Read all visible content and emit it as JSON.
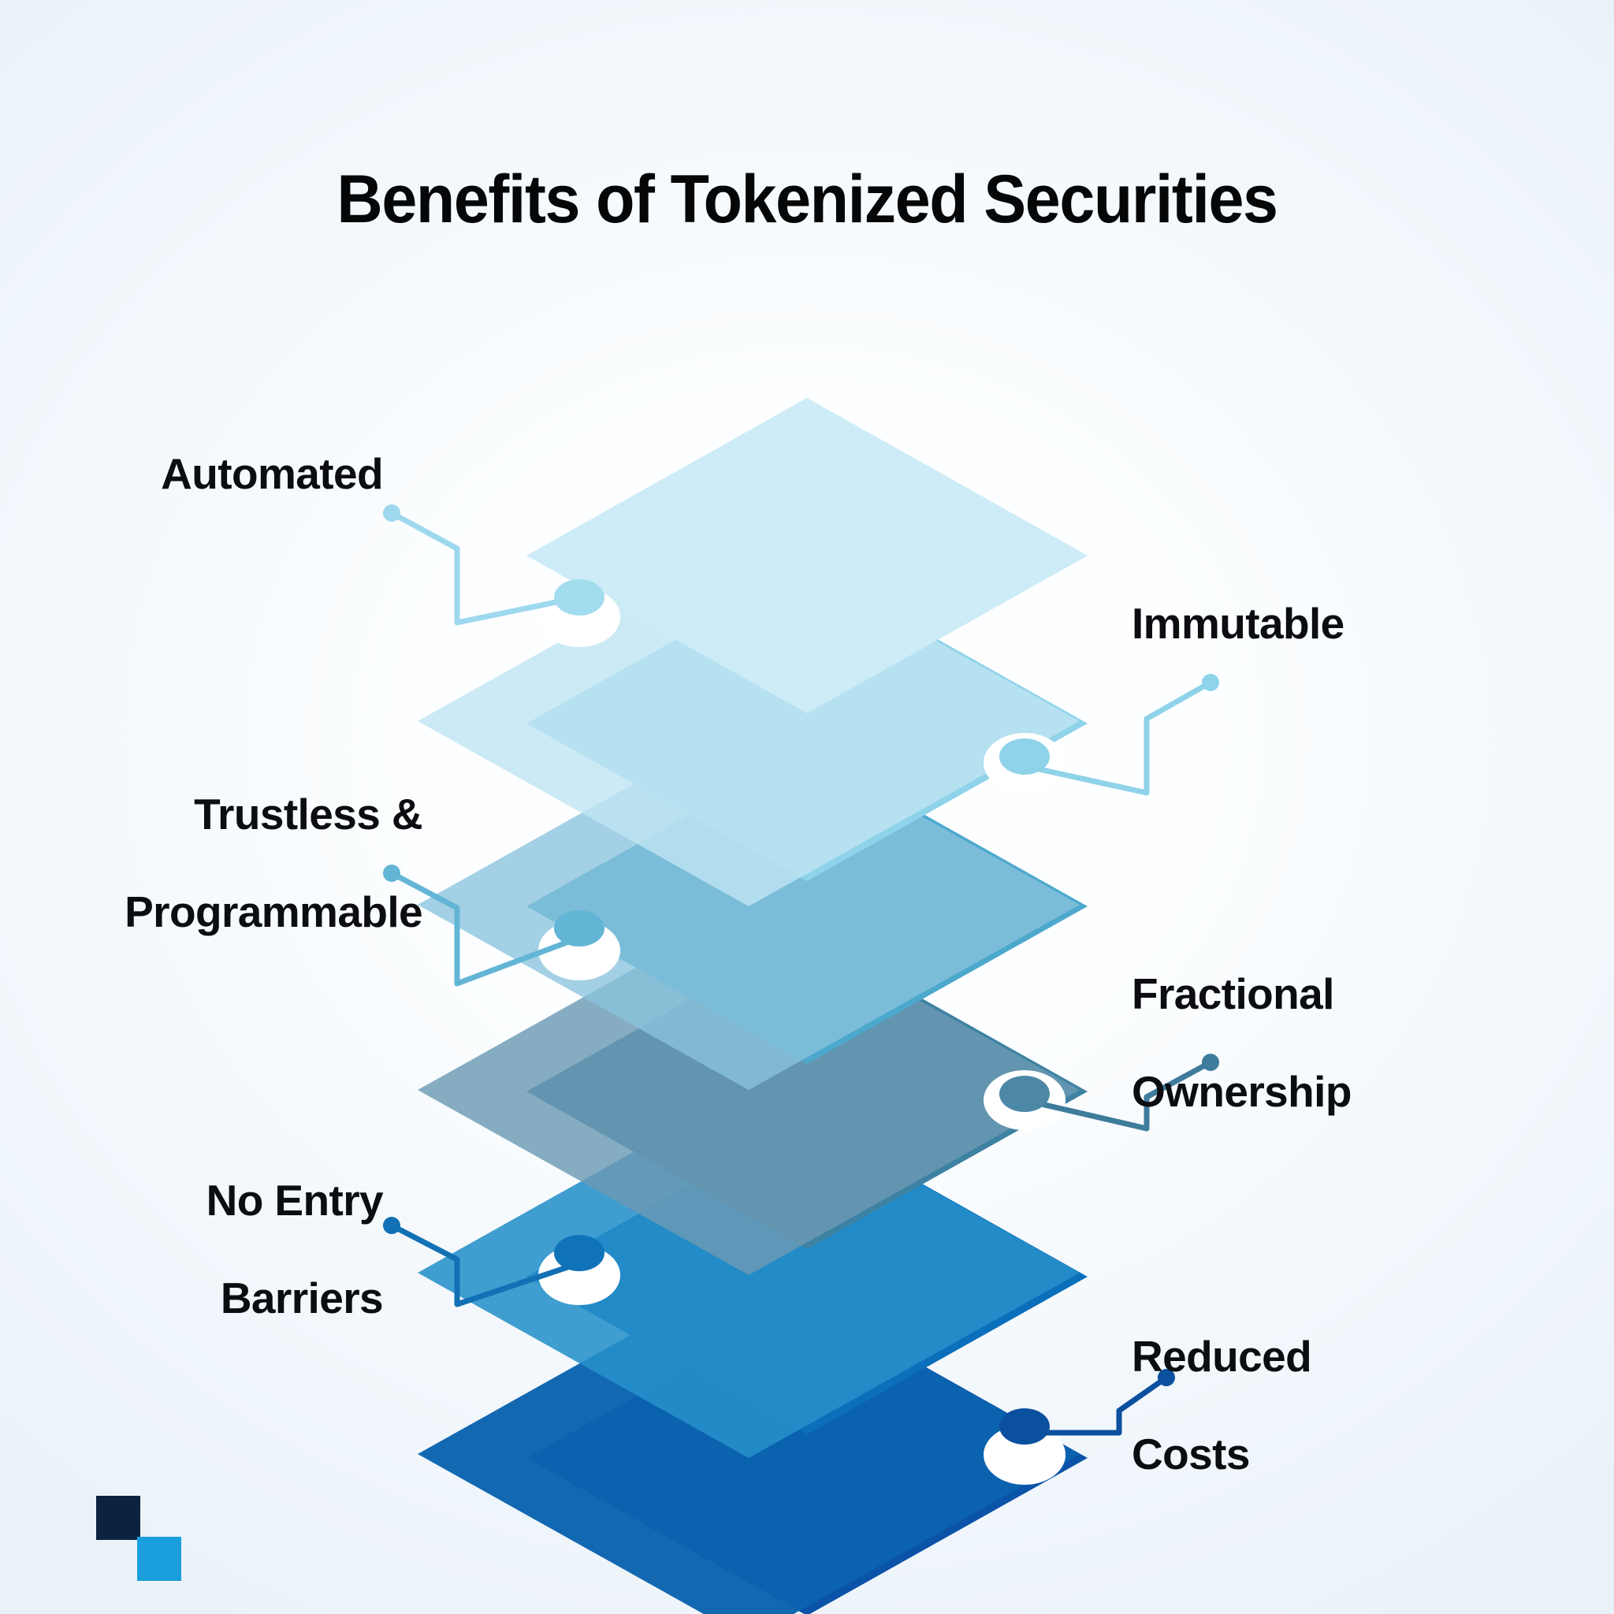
{
  "page": {
    "title": "Benefits of Tokenized Securities",
    "background_color": "#eff5fa",
    "title_color": "#050608",
    "label_color": "#0b0d10"
  },
  "logo": {
    "name": "two-square-logo",
    "dark_color": "#0b2240",
    "light_color": "#1b9fdc"
  },
  "diagram": {
    "type": "stacked-isometric-layers",
    "layer_count": 6,
    "layers": [
      {
        "index": 1,
        "label": "Automated",
        "label_side": "left",
        "front_color": "#ceecf7",
        "back_color": "#d8eff9",
        "marker_color": "#a2dcef",
        "connector_color": "#9ed8ee"
      },
      {
        "index": 2,
        "label": "Immutable",
        "label_side": "right",
        "front_color": "#8ed3ea",
        "back_color": "#b8e2f1",
        "marker_color": "#8ed3ea",
        "connector_color": "#8ed3ea"
      },
      {
        "index": 3,
        "label": "Trustless &\nProgrammable",
        "label_side": "left",
        "front_color": "#4ca8cd",
        "back_color": "#7cc1dd",
        "marker_color": "#63b5d6",
        "connector_color": "#63b5d6"
      },
      {
        "index": 4,
        "label": "Fractional\nOwnership",
        "label_side": "right",
        "front_color": "#3d82a2",
        "back_color": "#6d9bb3",
        "marker_color": "#4c88a6",
        "connector_color": "#3f7c9c"
      },
      {
        "index": 5,
        "label": "No Entry\nBarriers",
        "label_side": "left",
        "front_color": "#0b74be",
        "back_color": "#2f93ce",
        "marker_color": "#1073b9",
        "connector_color": "#1270b4"
      },
      {
        "index": 6,
        "label": "Reduced\nCosts",
        "label_side": "right",
        "front_color": "#0b53a8",
        "back_color": "#0c6ab5",
        "marker_color": "#0b4f9f",
        "connector_color": "#0b4f9f"
      }
    ]
  },
  "labels": {
    "automated": "Automated",
    "immutable": "Immutable",
    "trustless_line1": "Trustless &",
    "trustless_line2": "Programmable",
    "fractional_line1": "Fractional",
    "fractional_line2": "Ownership",
    "no_entry_line1": "No Entry",
    "no_entry_line2": "Barriers",
    "reduced_line1": "Reduced",
    "reduced_line2": "Costs"
  }
}
